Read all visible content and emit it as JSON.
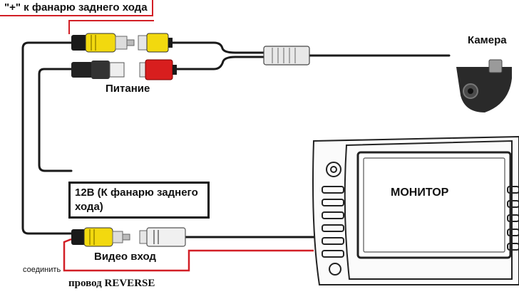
{
  "labels": {
    "plus_to_reverse_light": "\"+\" к фанарю заднего хода",
    "camera": "Камера",
    "power": "Питание",
    "twelve_volt": "12В (К фанарю заднего хода)",
    "video_input": "Видео вход",
    "connect": "соединить",
    "reverse_wire": "провод REVERSE",
    "monitor": "МОНИТОР"
  },
  "colors": {
    "wire": "#1a1a1a",
    "reverse_wire": "#d21f26",
    "yellow_connector": "#f2d90f",
    "red_connector": "#d81e1e",
    "black_connector": "#222222",
    "monitor_outline": "#222222"
  },
  "icons": [
    "yellow-rca-connector",
    "red-rca-connector",
    "black-rca-connector",
    "white-rca-connector",
    "rear-camera",
    "car-monitor"
  ]
}
